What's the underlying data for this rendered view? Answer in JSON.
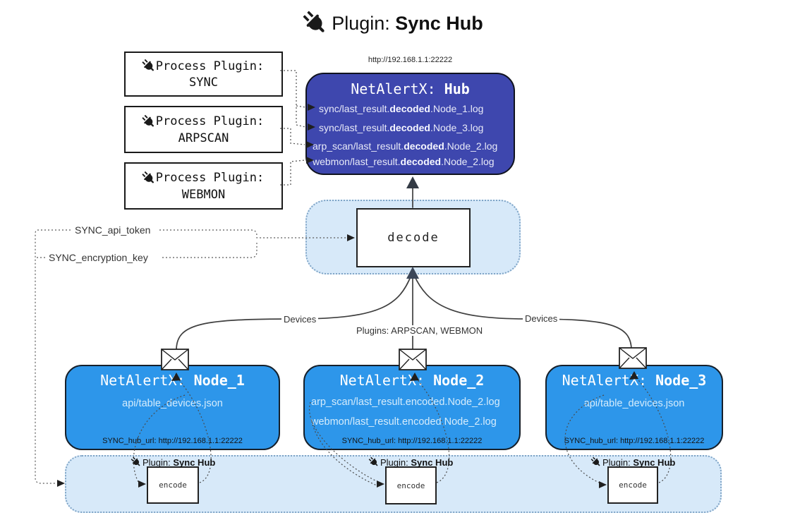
{
  "colors": {
    "hub_bg": "#3e47ae",
    "node_bg": "#2d96ea",
    "panel_bg": "#d7e9f9",
    "panel_border": "#7fa4c6",
    "wire": "#3f3f3f"
  },
  "header": {
    "title_prefix": "Plugin: ",
    "title_name": "Sync Hub"
  },
  "process_plugins": [
    {
      "label": "Process Plugin:",
      "name": "SYNC"
    },
    {
      "label": "Process Plugin:",
      "name": "ARPSCAN"
    },
    {
      "label": "Process Plugin:",
      "name": "WEBMON"
    }
  ],
  "hub": {
    "url": "http://192.168.1.1:22222",
    "title_prefix": "NetAlertX: ",
    "title_name": "Hub",
    "logs": [
      {
        "pre": "sync/last_result.",
        "bold": "decoded",
        "post": ".Node_1.log"
      },
      {
        "pre": "sync/last_result.",
        "bold": "decoded",
        "post": ".Node_3.log"
      },
      {
        "pre": "arp_scan/last_result.",
        "bold": "decoded",
        "post": ".Node_2.log"
      },
      {
        "pre": "webmon/last_result.",
        "bold": "decoded",
        "post": ".Node_2.log"
      }
    ]
  },
  "decode": {
    "label": "decode"
  },
  "settings": {
    "api_token": "SYNC_api_token",
    "encryption_key": "SYNC_encryption_key"
  },
  "edge_labels": {
    "devices_left": "Devices",
    "devices_right": "Devices",
    "plugins": "Plugins: ARPSCAN, WEBMON"
  },
  "nodes": [
    {
      "title_prefix": "NetAlertX: ",
      "title_name": "Node_1",
      "files": [
        "api/table_devices.json"
      ],
      "hub_url": "SYNC_hub_url: http://192.168.1.1:22222"
    },
    {
      "title_prefix": "NetAlertX: ",
      "title_name": "Node_2",
      "files": [
        "arp_scan/last_result.encoded.Node_2.log",
        "webmon/last_result.encoded.Node_2.log"
      ],
      "hub_url": "SYNC_hub_url: http://192.168.1.1:22222"
    },
    {
      "title_prefix": "NetAlertX: ",
      "title_name": "Node_3",
      "files": [
        "api/table_devices.json"
      ],
      "hub_url": "SYNC_hub_url: http://192.168.1.1:22222"
    }
  ],
  "sync_band": {
    "plugin_prefix": "Plugin: ",
    "plugin_name": "Sync Hub",
    "encode_label": "encode"
  }
}
